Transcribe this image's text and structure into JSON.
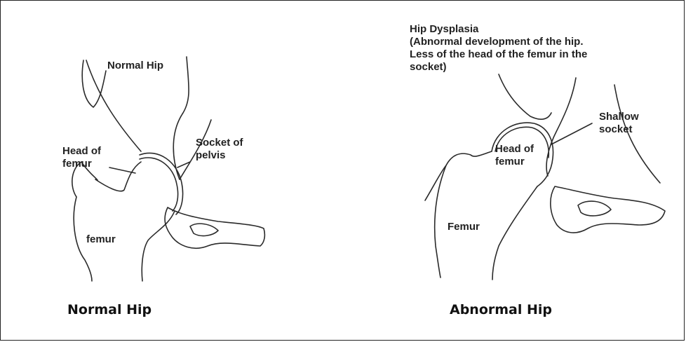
{
  "normal": {
    "title": "Normal Hip",
    "head_label": "Head of\nfemur",
    "socket_label": "Socket of\npelvis",
    "femur_label": "femur",
    "caption": "Normal Hip"
  },
  "abnormal": {
    "title": "Hip Dysplasia\n(Abnormal development of the hip.\nLess of the head of the femur in the\nsocket)",
    "head_label": "Head of\nfemur",
    "socket_label": "Shallow\nsocket",
    "femur_label": "Femur",
    "caption": "Abnormal Hip"
  },
  "colors": {
    "line": "#2a2a2a",
    "frame": "#222222"
  }
}
